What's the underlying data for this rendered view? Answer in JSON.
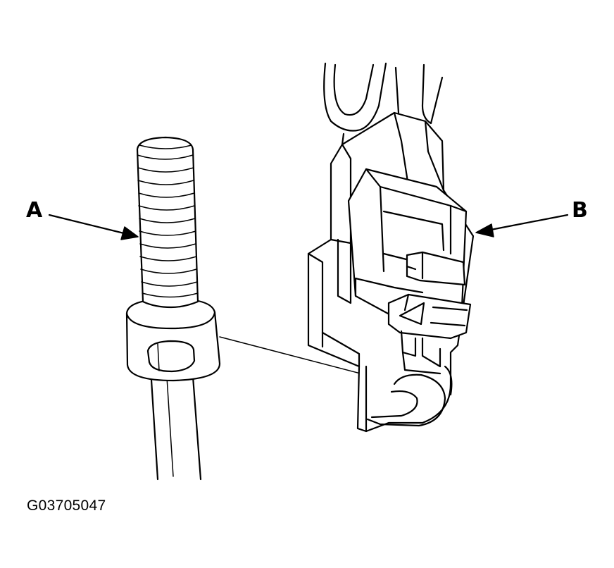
{
  "diagram": {
    "callouts": {
      "a": "A",
      "b": "B"
    },
    "figure_id": "G03705047"
  },
  "colors": {
    "ink": "#000000",
    "paper": "#ffffff"
  }
}
